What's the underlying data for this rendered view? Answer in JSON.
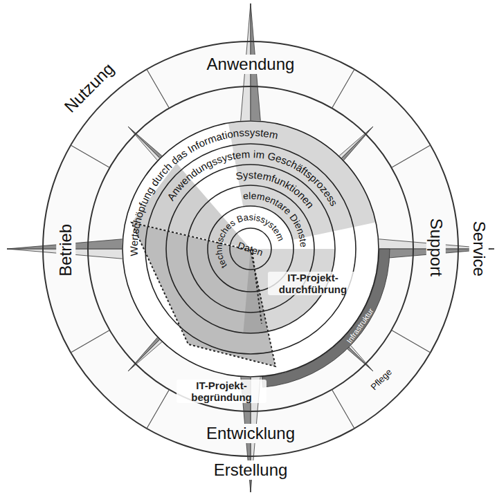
{
  "diagram": {
    "nodes": [
      {
        "text": [
          "Anwendung",
          "Support",
          "Entwicklung",
          "Betrieb",
          "Pflege"
        ]
      },
      {
        "text": [
          "Wertschöpfung durch das Informationssystem"
        ],
        "in": 0
      },
      {
        "text": [
          "Anwendungssystem im Geschäftsprozess"
        ],
        "in": 0
      },
      {
        "text": [
          "Systemfunktionen"
        ],
        "in": 0
      },
      {
        "text": [
          "elementare Dienste"
        ],
        "in": 0
      },
      {
        "text": [
          "technisches Basissystem"
        ],
        "in": 0
      },
      {
        "text": [
          "Daten"
        ],
        "in": 0
      }
    ],
    "labels": [
      "Nutzung",
      "Service",
      "Erstellung",
      "IT-Projekt- durchführung",
      "IT-Projekt- begründung",
      "Infrastruktur"
    ]
  }
}
